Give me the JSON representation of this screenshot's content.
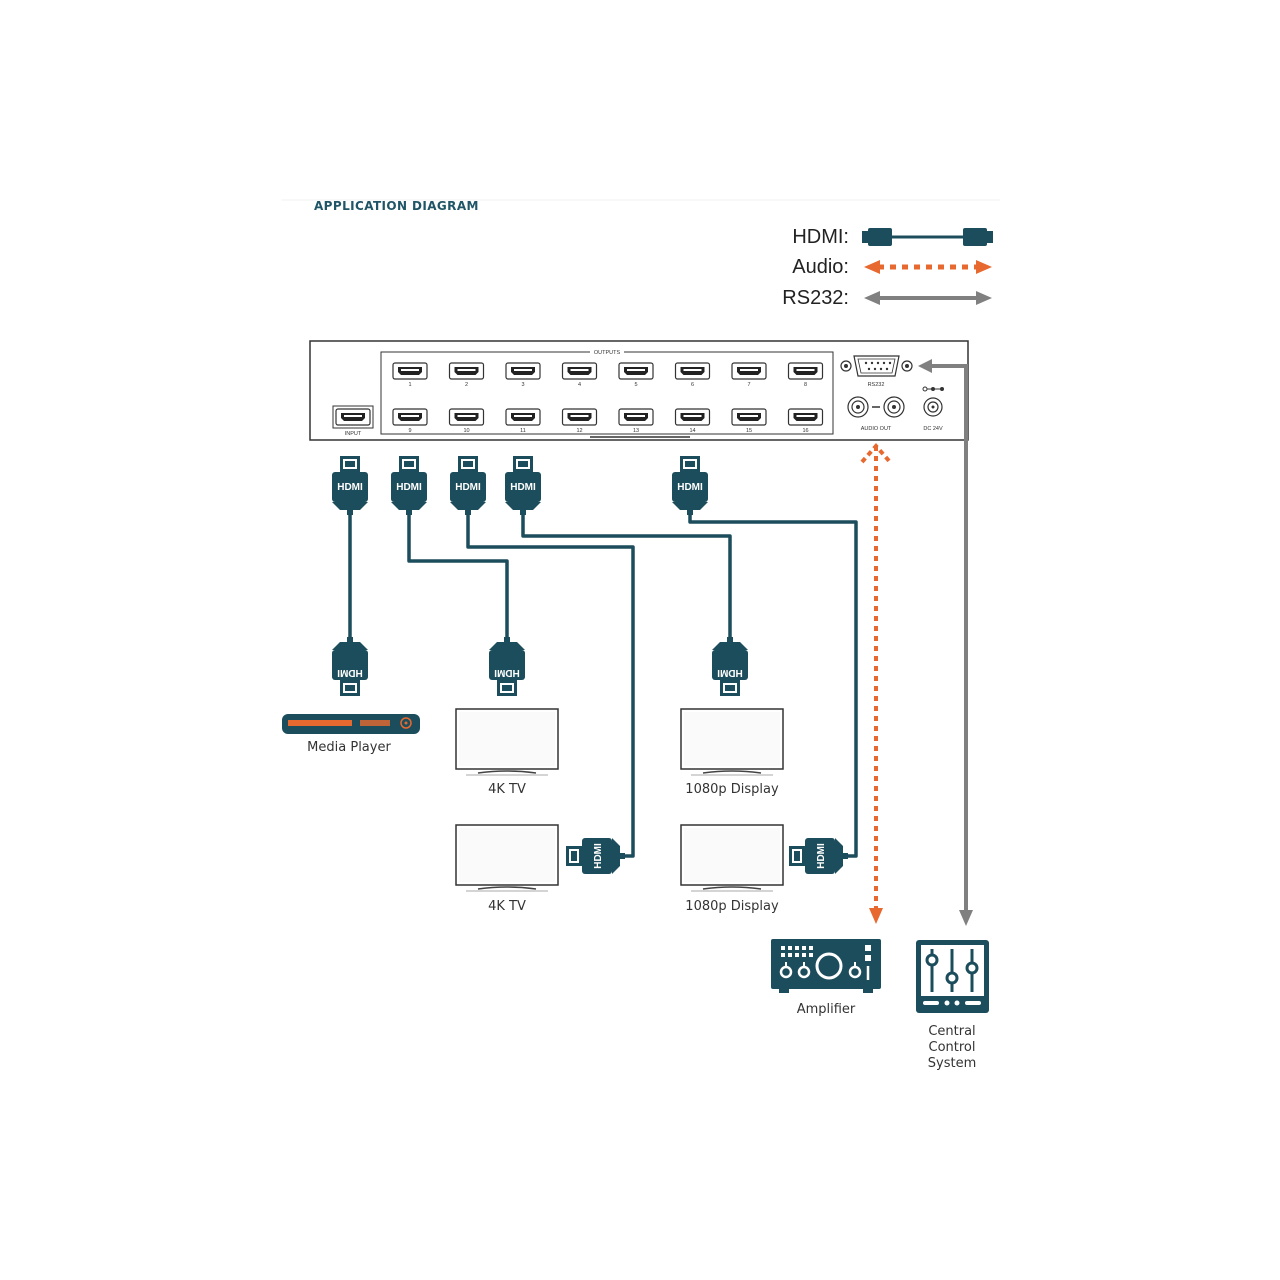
{
  "title": "APPLICATION DIAGRAM",
  "legend": {
    "hdmi": "HDMI:",
    "audio": "Audio:",
    "rs232": "RS232:"
  },
  "switcher": {
    "outputs_label": "OUTPUTS",
    "input_label": "INPUT",
    "rs232_label": "RS232",
    "audio_out_label": "AUDIO OUT",
    "dc_label": "DC 24V",
    "output_numbers": [
      "1",
      "2",
      "3",
      "4",
      "5",
      "6",
      "7",
      "8",
      "9",
      "10",
      "11",
      "12",
      "13",
      "14",
      "15",
      "16"
    ]
  },
  "connector_label": "HDMI",
  "devices": {
    "media_player": "Media Player",
    "tv_top": "4K TV",
    "tv_bottom": "4K TV",
    "display_top": "1080p Display",
    "display_bottom": "1080p Display",
    "amplifier": "Amplifier",
    "control_line1": "Central",
    "control_line2": "Control",
    "control_line3": "System"
  },
  "colors": {
    "hdmi": "#1c4d5c",
    "audio": "#e8692f",
    "rs232": "#808080",
    "title": "#1f5566"
  }
}
